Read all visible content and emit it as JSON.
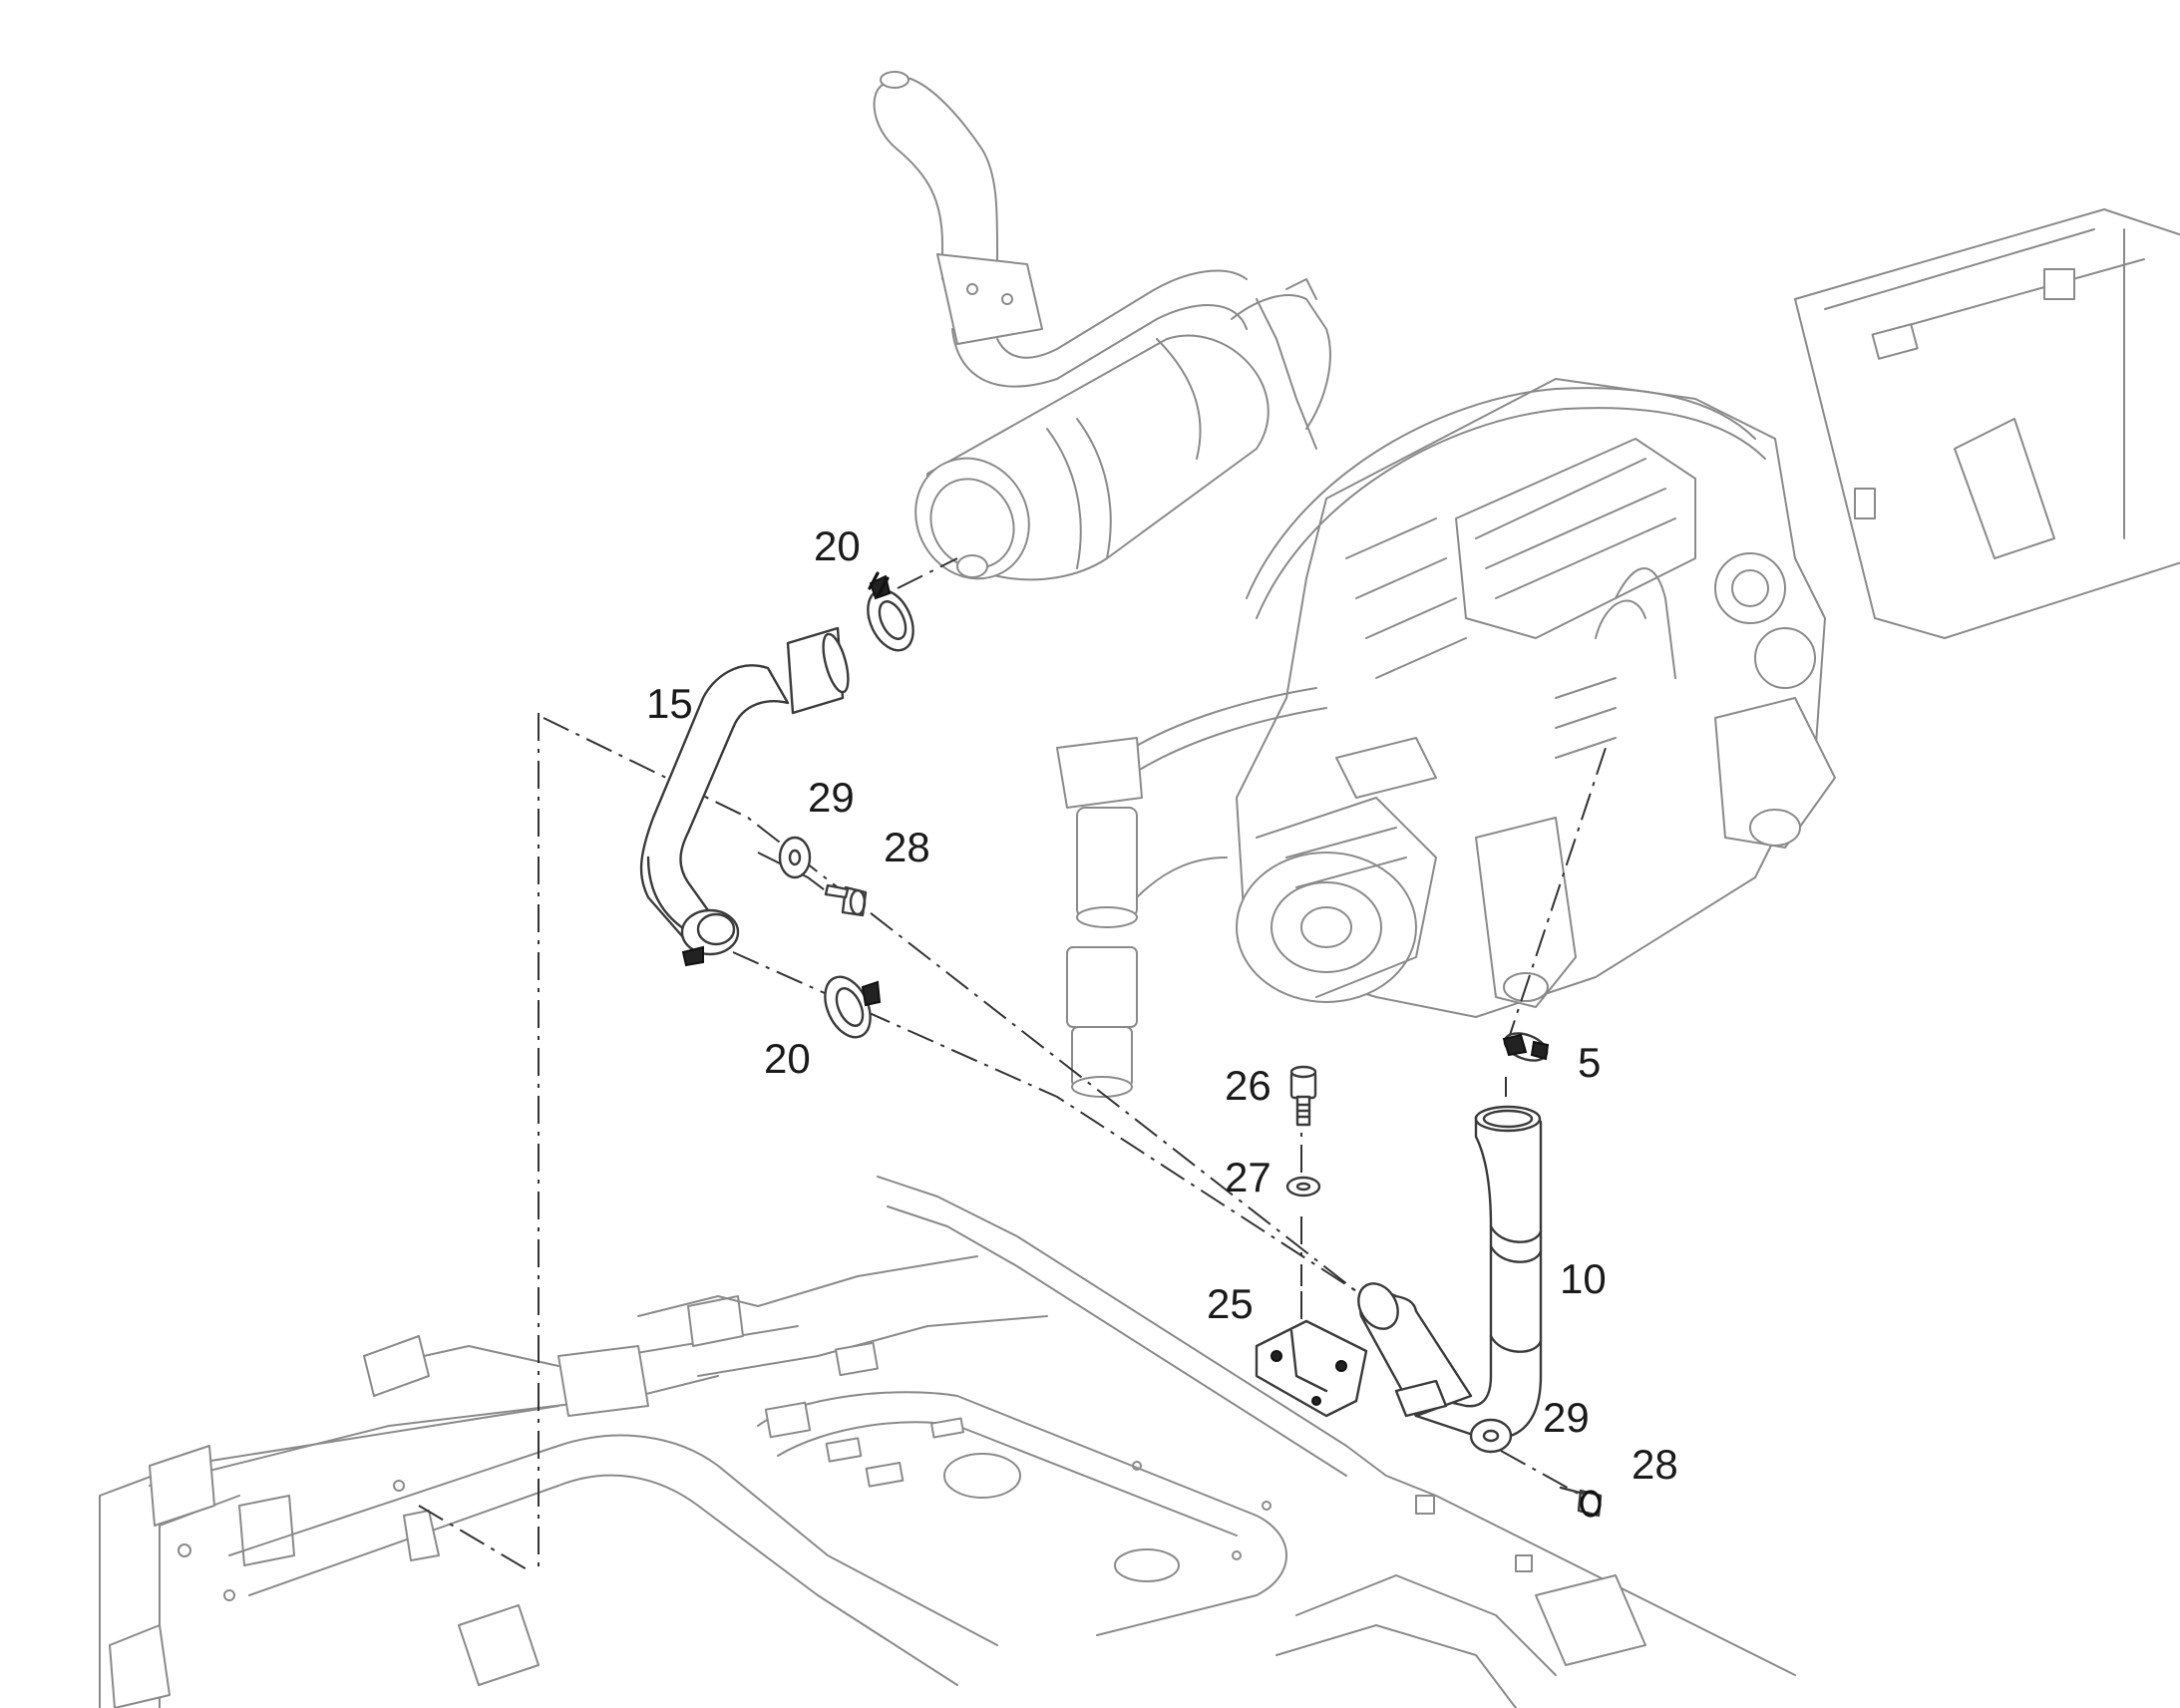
{
  "callouts": {
    "c20_top": "20",
    "c15": "15",
    "c29_left": "29",
    "c28_left": "28",
    "c20_bottom": "20",
    "c5": "5",
    "c26": "26",
    "c27": "27",
    "c10": "10",
    "c25": "25",
    "c29_right": "29",
    "c28_right": "28"
  }
}
